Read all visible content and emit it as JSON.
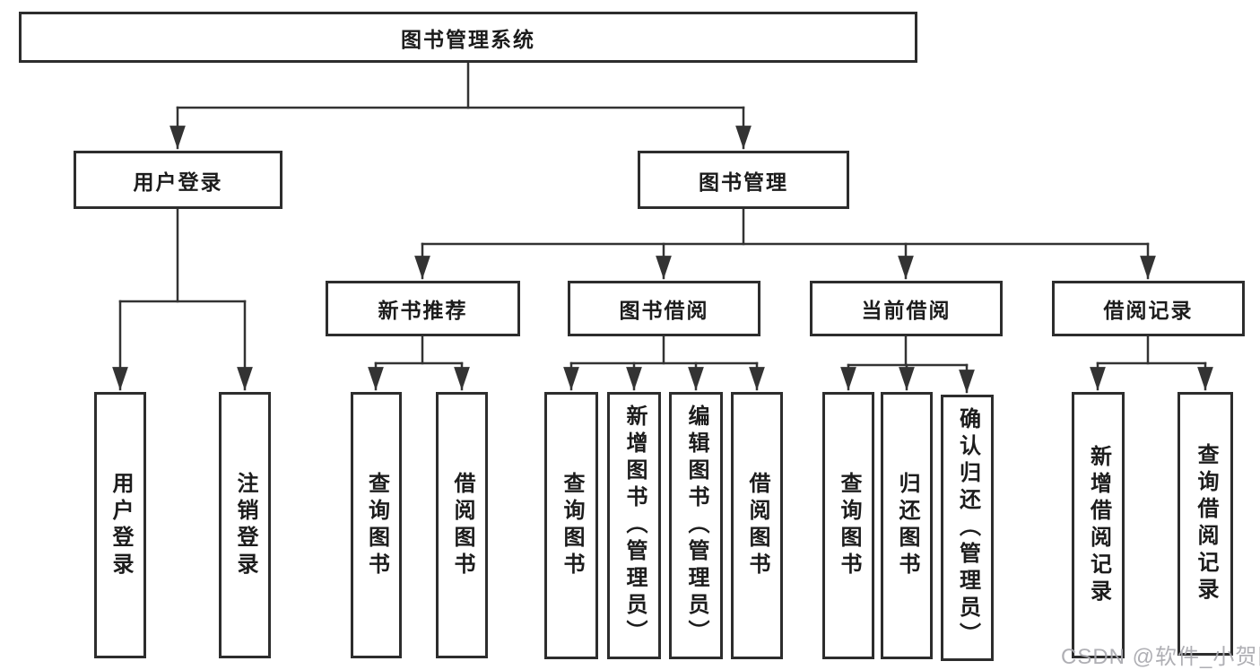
{
  "diagram": {
    "title": "图书管理系统",
    "colors": {
      "box_border": "#2d2d2d",
      "connector": "#333333",
      "text": "#1c1c1c",
      "watermark": "#a8a8ae",
      "background": "#ffffff"
    },
    "tree": {
      "root": {
        "label": "图书管理系统"
      },
      "level2": [
        {
          "label": "用户登录",
          "children": [
            {
              "label": "用户登录"
            },
            {
              "label": "注销登录"
            }
          ]
        },
        {
          "label": "图书管理",
          "children": [
            {
              "label": "新书推荐",
              "children": [
                {
                  "label": "查询图书"
                },
                {
                  "label": "借阅图书"
                }
              ]
            },
            {
              "label": "图书借阅",
              "children": [
                {
                  "label": "查询图书"
                },
                {
                  "label": "新增图书（管理员）"
                },
                {
                  "label": "编辑图书（管理员）"
                },
                {
                  "label": "借阅图书"
                }
              ]
            },
            {
              "label": "当前借阅",
              "children": [
                {
                  "label": "查询图书"
                },
                {
                  "label": "归还图书"
                },
                {
                  "label": "确认归还（管理员）"
                }
              ]
            },
            {
              "label": "借阅记录",
              "children": [
                {
                  "label": "新增借阅记录"
                },
                {
                  "label": "查询借阅记录"
                }
              ]
            }
          ]
        }
      ]
    },
    "watermark": "CSDN @软件_小贺同学"
  }
}
